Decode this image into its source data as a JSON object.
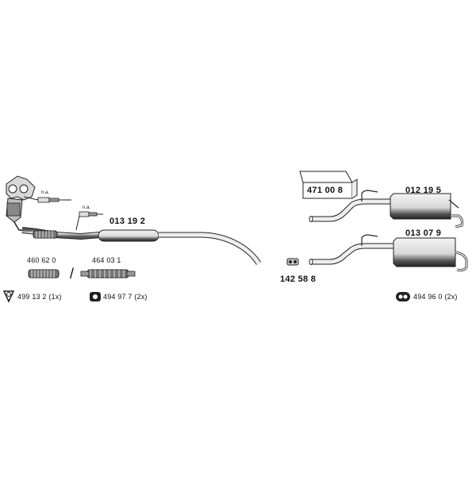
{
  "diagram": {
    "parts": {
      "manifold_catalyst": {
        "sensor_upper_label": "n.a.",
        "sensor_lower_label": "n.a."
      },
      "front_pipe": {
        "part_number": "013 19 2"
      },
      "clamp_a": {
        "part_number": "460 62 0"
      },
      "clamp_b": {
        "part_number": "464 03 1"
      },
      "separator": "/",
      "connector": {
        "part_number": "142 58 8"
      },
      "rear_silencer_upper": {
        "part_number": "012 19 5"
      },
      "rear_silencer_lower": {
        "part_number": "013 07 9"
      },
      "mounting_kit_box": {
        "part_number": "471 00 8"
      }
    },
    "fittings": {
      "gasket": {
        "icon": "gasket-ring-icon",
        "text": "499 13 2 (1x)"
      },
      "rubber_mount": {
        "icon": "rubber-mount-icon",
        "text": "494 97 7 (2x)"
      },
      "rubber_hanger": {
        "icon": "rubber-hanger-icon",
        "text": "494 96 0 (2x)"
      }
    }
  }
}
